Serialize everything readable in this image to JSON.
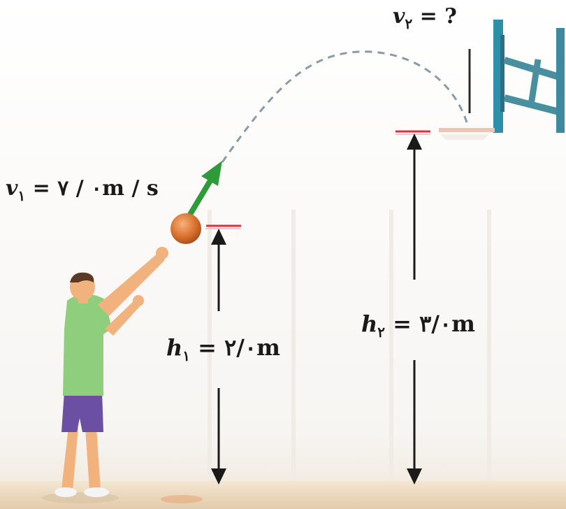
{
  "labels": {
    "v2": {
      "var": "v",
      "sub": "۲",
      "rest": " = ?"
    },
    "v1": {
      "var": "v",
      "sub": "۱",
      "rest": " = ۷ / ۰m / s"
    },
    "h1": {
      "var": "h",
      "sub": "۱",
      "rest": " = ۲/۰m"
    },
    "h2": {
      "var": "h",
      "sub": "۲",
      "rest": " = ۳/۰m"
    }
  },
  "colors": {
    "trajectory": "#8a9aa6",
    "velocity_arrow": "#2e9a3a",
    "height_marker": "#e0303a",
    "dimension_line": "#1a1a1a",
    "floor": "#e8d7bf",
    "ball": "#d9702e",
    "backboard": "#2f8fa8"
  },
  "icons": {
    "player": "basketball-player-figure",
    "ball": "basketball-icon",
    "hoop": "basketball-hoop-icon"
  }
}
